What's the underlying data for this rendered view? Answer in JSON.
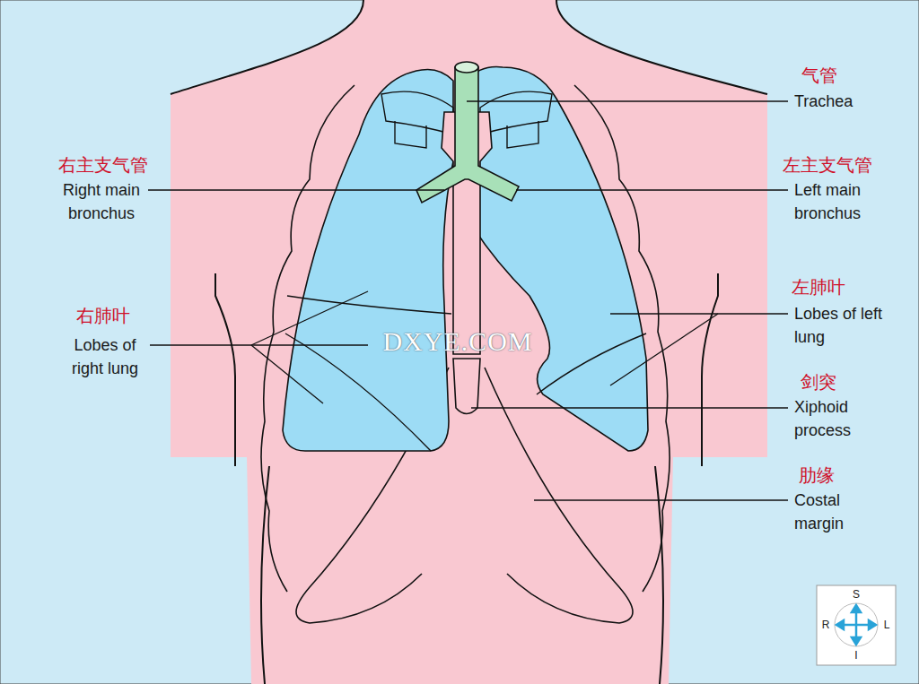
{
  "diagram": {
    "labels": [
      "气管",
      "Trachea",
      "右主支气管",
      "Right main bronchus",
      "左主支气管",
      "Left main bronchus",
      "右肺叶",
      "Lobes of right lung",
      "左肺叶",
      "Lobes of left lung",
      "剑突",
      "Xiphoid process",
      "肋缘",
      "Costal margin",
      "DXYE.COM",
      "S",
      "R",
      "L",
      "I"
    ]
  }
}
